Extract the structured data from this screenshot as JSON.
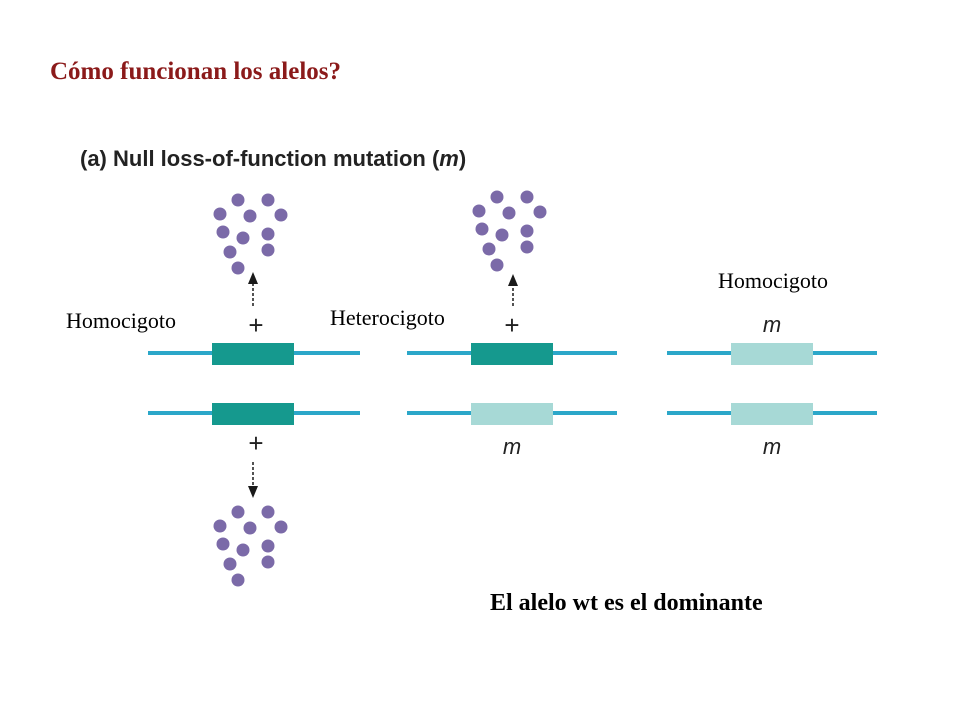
{
  "title": "Cómo funcionan los alelos?",
  "figure": {
    "panel_prefix": "(a) Null loss-of-function mutation (",
    "panel_mutation_symbol": "m",
    "panel_suffix": ")",
    "wild_type_symbol": "+",
    "mutant_symbol": "m",
    "colors": {
      "chromosome_line": "#2ba7c9",
      "wild_type_gene": "#15998e",
      "mutant_gene": "#a7d9d6",
      "protein": "#7b6aa8",
      "arrow": "#1a1a1a"
    }
  },
  "genotypes": {
    "homozygous_wt_label": "Homocigoto",
    "heterozygous_label": "Heterocigoto",
    "homozygous_mutant_label": "Homocigoto"
  },
  "caption": "El alelo wt es el dominante"
}
